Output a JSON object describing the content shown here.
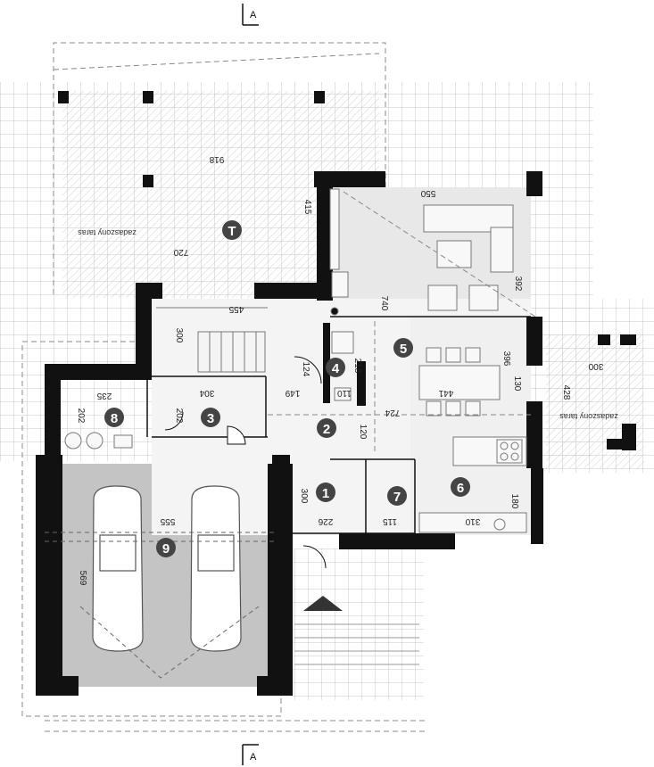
{
  "plan": {
    "section_marks": [
      "A",
      "A"
    ],
    "room_numbers": [
      "T",
      "1",
      "2",
      "3",
      "4",
      "5",
      "6",
      "7",
      "8",
      "9"
    ],
    "labels": {
      "terrace_left": "zadaszony taras",
      "terrace_right": "zadaszony taras"
    },
    "dimensions": {
      "terrace_width": "918",
      "terrace_height": "415",
      "terrace_inner": "720",
      "living_width": "550",
      "living_depth": "392",
      "living_height": "740",
      "stair_width": "455",
      "stair_height": "300",
      "wc_depth": "218",
      "wc_door": "124",
      "wc_width": "110",
      "dining_width": "441",
      "dining_depth": "396",
      "dining_side": "130",
      "hall_width": "149",
      "hall_length": "724",
      "hall_side": "120",
      "boiler_width": "235",
      "boiler_depth": "202",
      "pantry_width": "304",
      "pantry_depth": "202",
      "entry_width": "226",
      "entry_depth": "300",
      "closet_width": "115",
      "kitchen_width": "310",
      "kitchen_side": "180",
      "garage_width": "555",
      "garage_depth": "569",
      "right_terrace_width": "300",
      "right_terrace_depth": "428"
    }
  }
}
